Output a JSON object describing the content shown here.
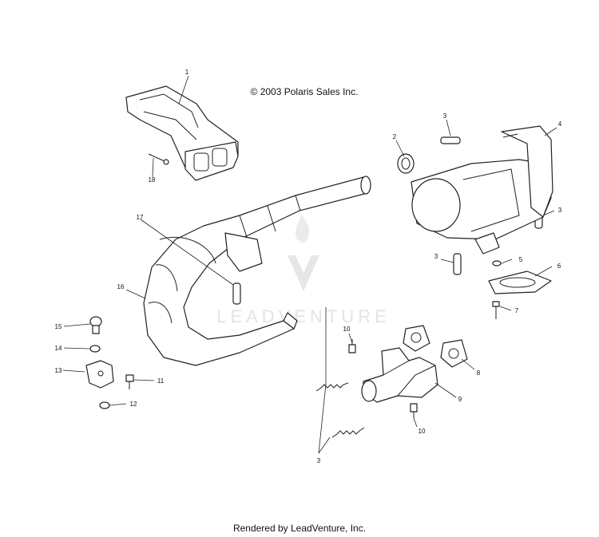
{
  "copyright": "© 2003 Polaris Sales Inc.",
  "footer": "Rendered by LeadVenture, Inc.",
  "watermark": "LEADVENTURE",
  "callouts": [
    "1",
    "2",
    "3",
    "4",
    "3",
    "3",
    "5",
    "6",
    "7",
    "8",
    "9",
    "10",
    "10",
    "3",
    "11",
    "12",
    "13",
    "14",
    "15",
    "16",
    "17",
    "18"
  ]
}
